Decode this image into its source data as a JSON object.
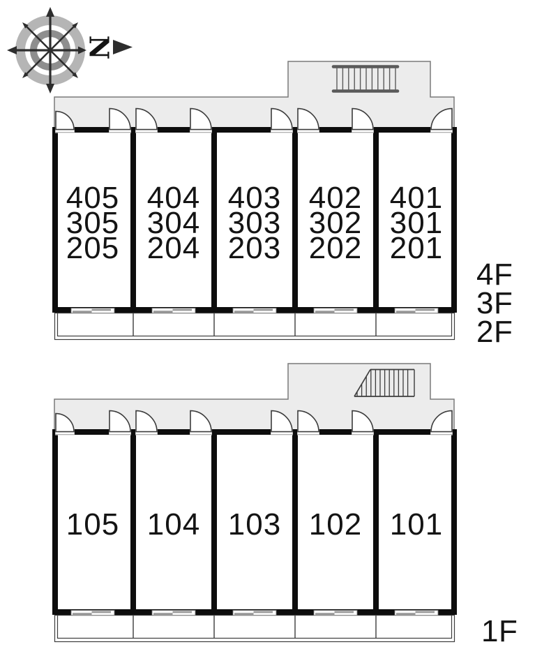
{
  "compass": {
    "north_label": "N"
  },
  "plans": {
    "upper": {
      "floor_labels": [
        "4F",
        "3F",
        "2F"
      ],
      "units": [
        {
          "lines": [
            "405",
            "305",
            "205"
          ]
        },
        {
          "lines": [
            "404",
            "304",
            "204"
          ]
        },
        {
          "lines": [
            "403",
            "303",
            "203"
          ]
        },
        {
          "lines": [
            "402",
            "302",
            "202"
          ]
        },
        {
          "lines": [
            "401",
            "301",
            "201"
          ]
        }
      ]
    },
    "lower": {
      "floor_labels": [
        "1F"
      ],
      "units": [
        {
          "label": "105"
        },
        {
          "label": "104"
        },
        {
          "label": "103"
        },
        {
          "label": "102"
        },
        {
          "label": "101"
        }
      ]
    }
  },
  "colors": {
    "wall": "#0d0d0d",
    "corridor_fill": "#ececec",
    "corridor_outline": "#7a7a7a",
    "line": "#3c3c3c",
    "stair": "#5a5a5a",
    "window": "#9a9a9a",
    "gap_edge": "#999999",
    "text": "#141414",
    "compass_ring_outer": "#b5b5b5",
    "compass_ring_inner": "#8e8e8e",
    "compass_arrow": "#2d2d2d"
  }
}
